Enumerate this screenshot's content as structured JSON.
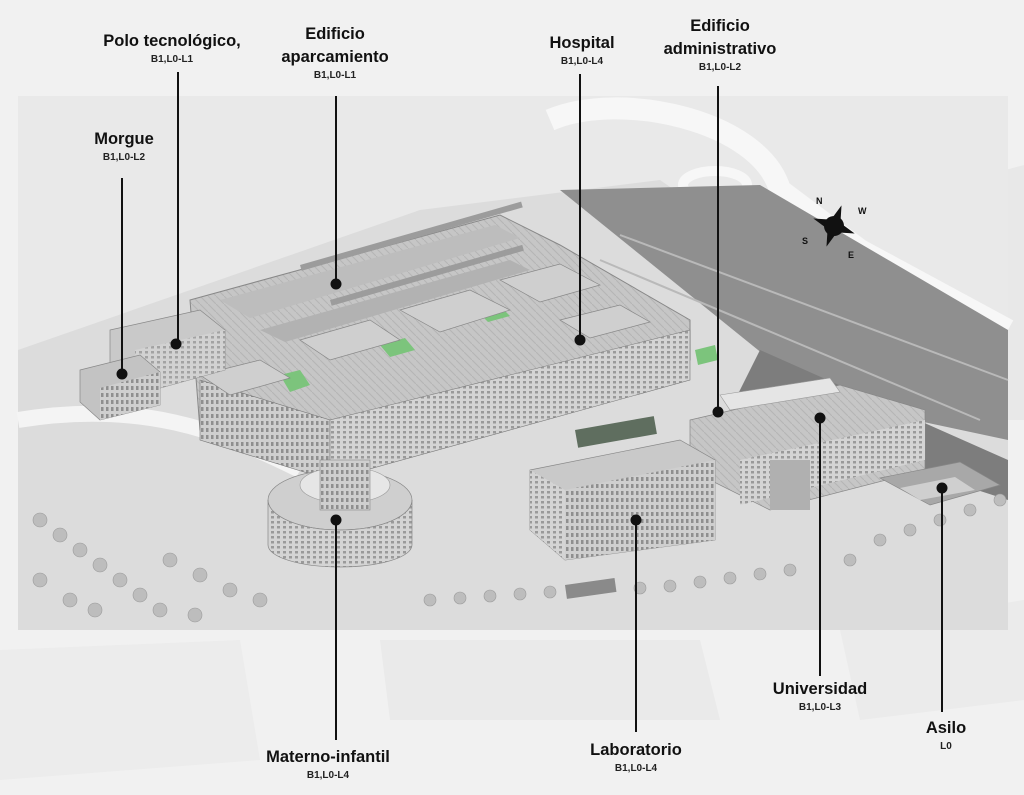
{
  "labels": {
    "polo": {
      "name": "Polo tecnológico,",
      "code": "B1,L0-L1"
    },
    "aparcamiento": {
      "name1": "Edificio",
      "name2": "aparcamiento",
      "code": "B1,L0-L1"
    },
    "hospital": {
      "name": "Hospital",
      "code": "B1,L0-L4"
    },
    "administrativo": {
      "name1": "Edificio",
      "name2": "administrativo",
      "code": "B1,L0-L2"
    },
    "morgue": {
      "name": "Morgue",
      "code": "B1,L0-L2"
    },
    "materno": {
      "name": "Materno-infantil",
      "code": "B1,L0-L4"
    },
    "laboratorio": {
      "name": "Laboratorio",
      "code": "B1,L0-L4"
    },
    "universidad": {
      "name": "Universidad",
      "code": "B1,L0-L3"
    },
    "asilo": {
      "name": "Asilo",
      "code": "L0"
    }
  },
  "compass": {
    "n": "N",
    "s": "S",
    "e": "E",
    "w": "W"
  },
  "colors": {
    "lines": "#111111",
    "green": "#7cc47c",
    "building": "#d7d7d7",
    "ground": "#e6e6e6"
  }
}
